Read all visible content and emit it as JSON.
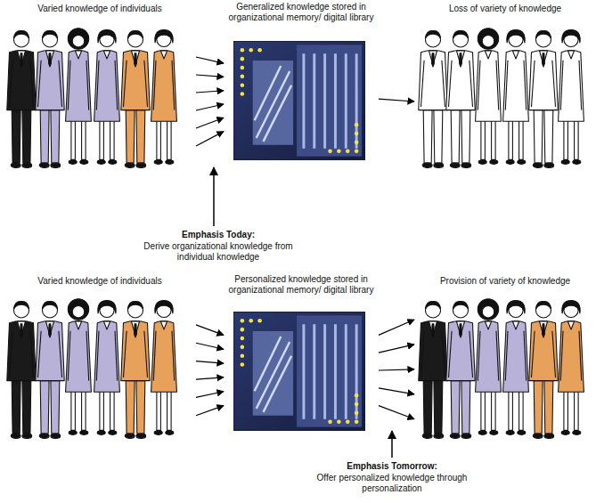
{
  "diagram": {
    "nodes": [
      {
        "text": [
          "Varied knowledge of individuals"
        ]
      },
      {
        "text": [
          "Generalized knowledge stored in organizational memory/ digital library"
        ]
      },
      {
        "text": [
          "Loss of variety of knowledge"
        ]
      },
      {
        "text": [
          "Varied knowledge of individuals"
        ]
      },
      {
        "text": [
          "Personalized knowledge stored in organizational memory/ digital library"
        ]
      },
      {
        "text": [
          "Provision of variety of knowledge"
        ]
      }
    ],
    "edges": [
      {
        "from": 0,
        "to": 1,
        "arrow": "to"
      },
      {
        "from": 0,
        "to": 1,
        "arrow": "to"
      },
      {
        "from": 0,
        "to": 1,
        "arrow": "to"
      },
      {
        "from": 0,
        "to": 1,
        "arrow": "to"
      },
      {
        "from": 0,
        "to": 1,
        "arrow": "to"
      },
      {
        "from": 0,
        "to": 1,
        "arrow": "to"
      },
      {
        "from": 1,
        "to": 2,
        "arrow": "to"
      },
      {
        "from": 3,
        "to": 4,
        "arrow": "to"
      },
      {
        "from": 3,
        "to": 4,
        "arrow": "to"
      },
      {
        "from": 3,
        "to": 4,
        "arrow": "to"
      },
      {
        "from": 3,
        "to": 4,
        "arrow": "to"
      },
      {
        "from": 3,
        "to": 4,
        "arrow": "to"
      },
      {
        "from": 3,
        "to": 4,
        "arrow": "to"
      },
      {
        "from": 4,
        "to": 5,
        "arrow": "to"
      },
      {
        "from": 4,
        "to": 5,
        "arrow": "to"
      },
      {
        "from": 4,
        "to": 5,
        "arrow": "to"
      },
      {
        "from": 4,
        "to": 5,
        "arrow": "to"
      },
      {
        "from": 4,
        "to": 5,
        "arrow": "to"
      }
    ],
    "labels": [
      "Emphasis Today:",
      "Derive organizational knowledge from individual knowledge",
      "Emphasis Tomorrow:",
      "Offer personalized knowledge through personalization"
    ]
  }
}
